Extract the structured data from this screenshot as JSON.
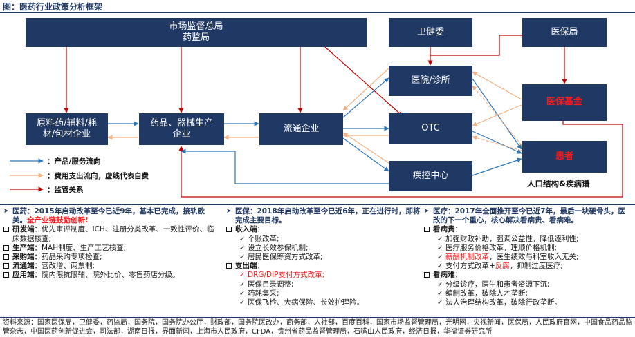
{
  "title": "图：医药行业政策分析框架",
  "diagram": {
    "nodes": {
      "regulator": "市场监督总局\n药监局",
      "health_commission": "卫健委",
      "medical_insurance_bureau": "医保局",
      "raw_materials": "原料药/辅料/耗\n材/包材企业",
      "manufacturers": "药品、器械生产\n企业",
      "distribution": "流通企业",
      "hospital": "医院/诊所",
      "otc": "OTC",
      "cdc": "疾控中心",
      "insurance_fund": "医保基金",
      "patients": "患者"
    },
    "colors": {
      "box": "#1f3864",
      "product_flow": "#2e75b6",
      "payment_flow": "#f4b183",
      "regulation": "#c00000"
    },
    "legend": {
      "product_flow": "：产品/服务流向",
      "payment_flow": "：费用支出流向，虚线代表自费",
      "regulation": "：监管关系"
    },
    "population_label": "人口结构&疾病谱"
  },
  "sections": {
    "pharma": {
      "head": "医药：2015年启动改革至今已近9年，基本已完成，接轨欧美。",
      "highlight": "全产业链鼓励创新!",
      "rows": [
        {
          "label": "研发端",
          "text": "：优先审评制度、ICH、注册分类改革、一致性评价、临床数据核查;"
        },
        {
          "label": "生产端",
          "text": "：MAH制度、生产工艺核查;"
        },
        {
          "label": "采购端",
          "text": "：药品采购专项检查;"
        },
        {
          "label": "流通端",
          "text": "：营改增、两票制;"
        },
        {
          "label": "应用端",
          "text": "：院内限抗限辅、院外比价、零售药店分级。"
        }
      ]
    },
    "insurance": {
      "head": "医保：2018年启动改革至今已近6年，正在进行时，即将完成主要目标。",
      "income_label": "收入端",
      "income_colon": "：",
      "income_items": [
        "个账改革;",
        "设立长效参保机制;",
        "居民医保筹资方式改革;"
      ],
      "expense_label": "支出端",
      "expense_colon": "：",
      "expense_items": [
        "DRG/DIP支付方式改革;",
        "医保目录调整;",
        "药耗集采;",
        "医保飞检、大病保险、长效护理险。"
      ]
    },
    "medical": {
      "head": "医疗：2017年全面推开至今已近7年，最后一块硬骨头，医改的下一个重心，核心解决看病贵、看病难。",
      "expensive_label": "看病贵",
      "expensive_colon": "：",
      "expensive_items": [
        {
          "red": "",
          "text": "加强财政补助，强调公益性，降低逐利性;"
        },
        {
          "red": "",
          "text": "医疗服务价格改革，理顺价格机制;"
        },
        {
          "red": "薪酬机制改革",
          "text": "，医生绩效与科室收入无关;"
        },
        {
          "red": "",
          "text": "支付方式改革+",
          "red2": "反腐",
          "text2": "，抑制过度医疗;"
        }
      ],
      "difficult_label": "看病难",
      "difficult_colon": "：",
      "difficult_items": [
        "分级诊疗，医生和患者资源下沉;",
        "编制改革，破除人才垄断;",
        "法人治理结构改革，破除行政垄断。"
      ]
    }
  },
  "source": "资料来源：国家医保局，卫健委，药监局，国务院，国务院办公厅，财政部，国务院医改办，商务部，人社部，百度百科，国家市场监督管理局，光明网，央视新闻，医保局，人民政府官网，中国食品药品监管杂志，中国医药创新促进会，司法部，湖南日报，界面新闻，上海市人民政府，CFDA，贵州省药品监督管理局，石嘴山人民政府，经济日报，华福证券研究所"
}
